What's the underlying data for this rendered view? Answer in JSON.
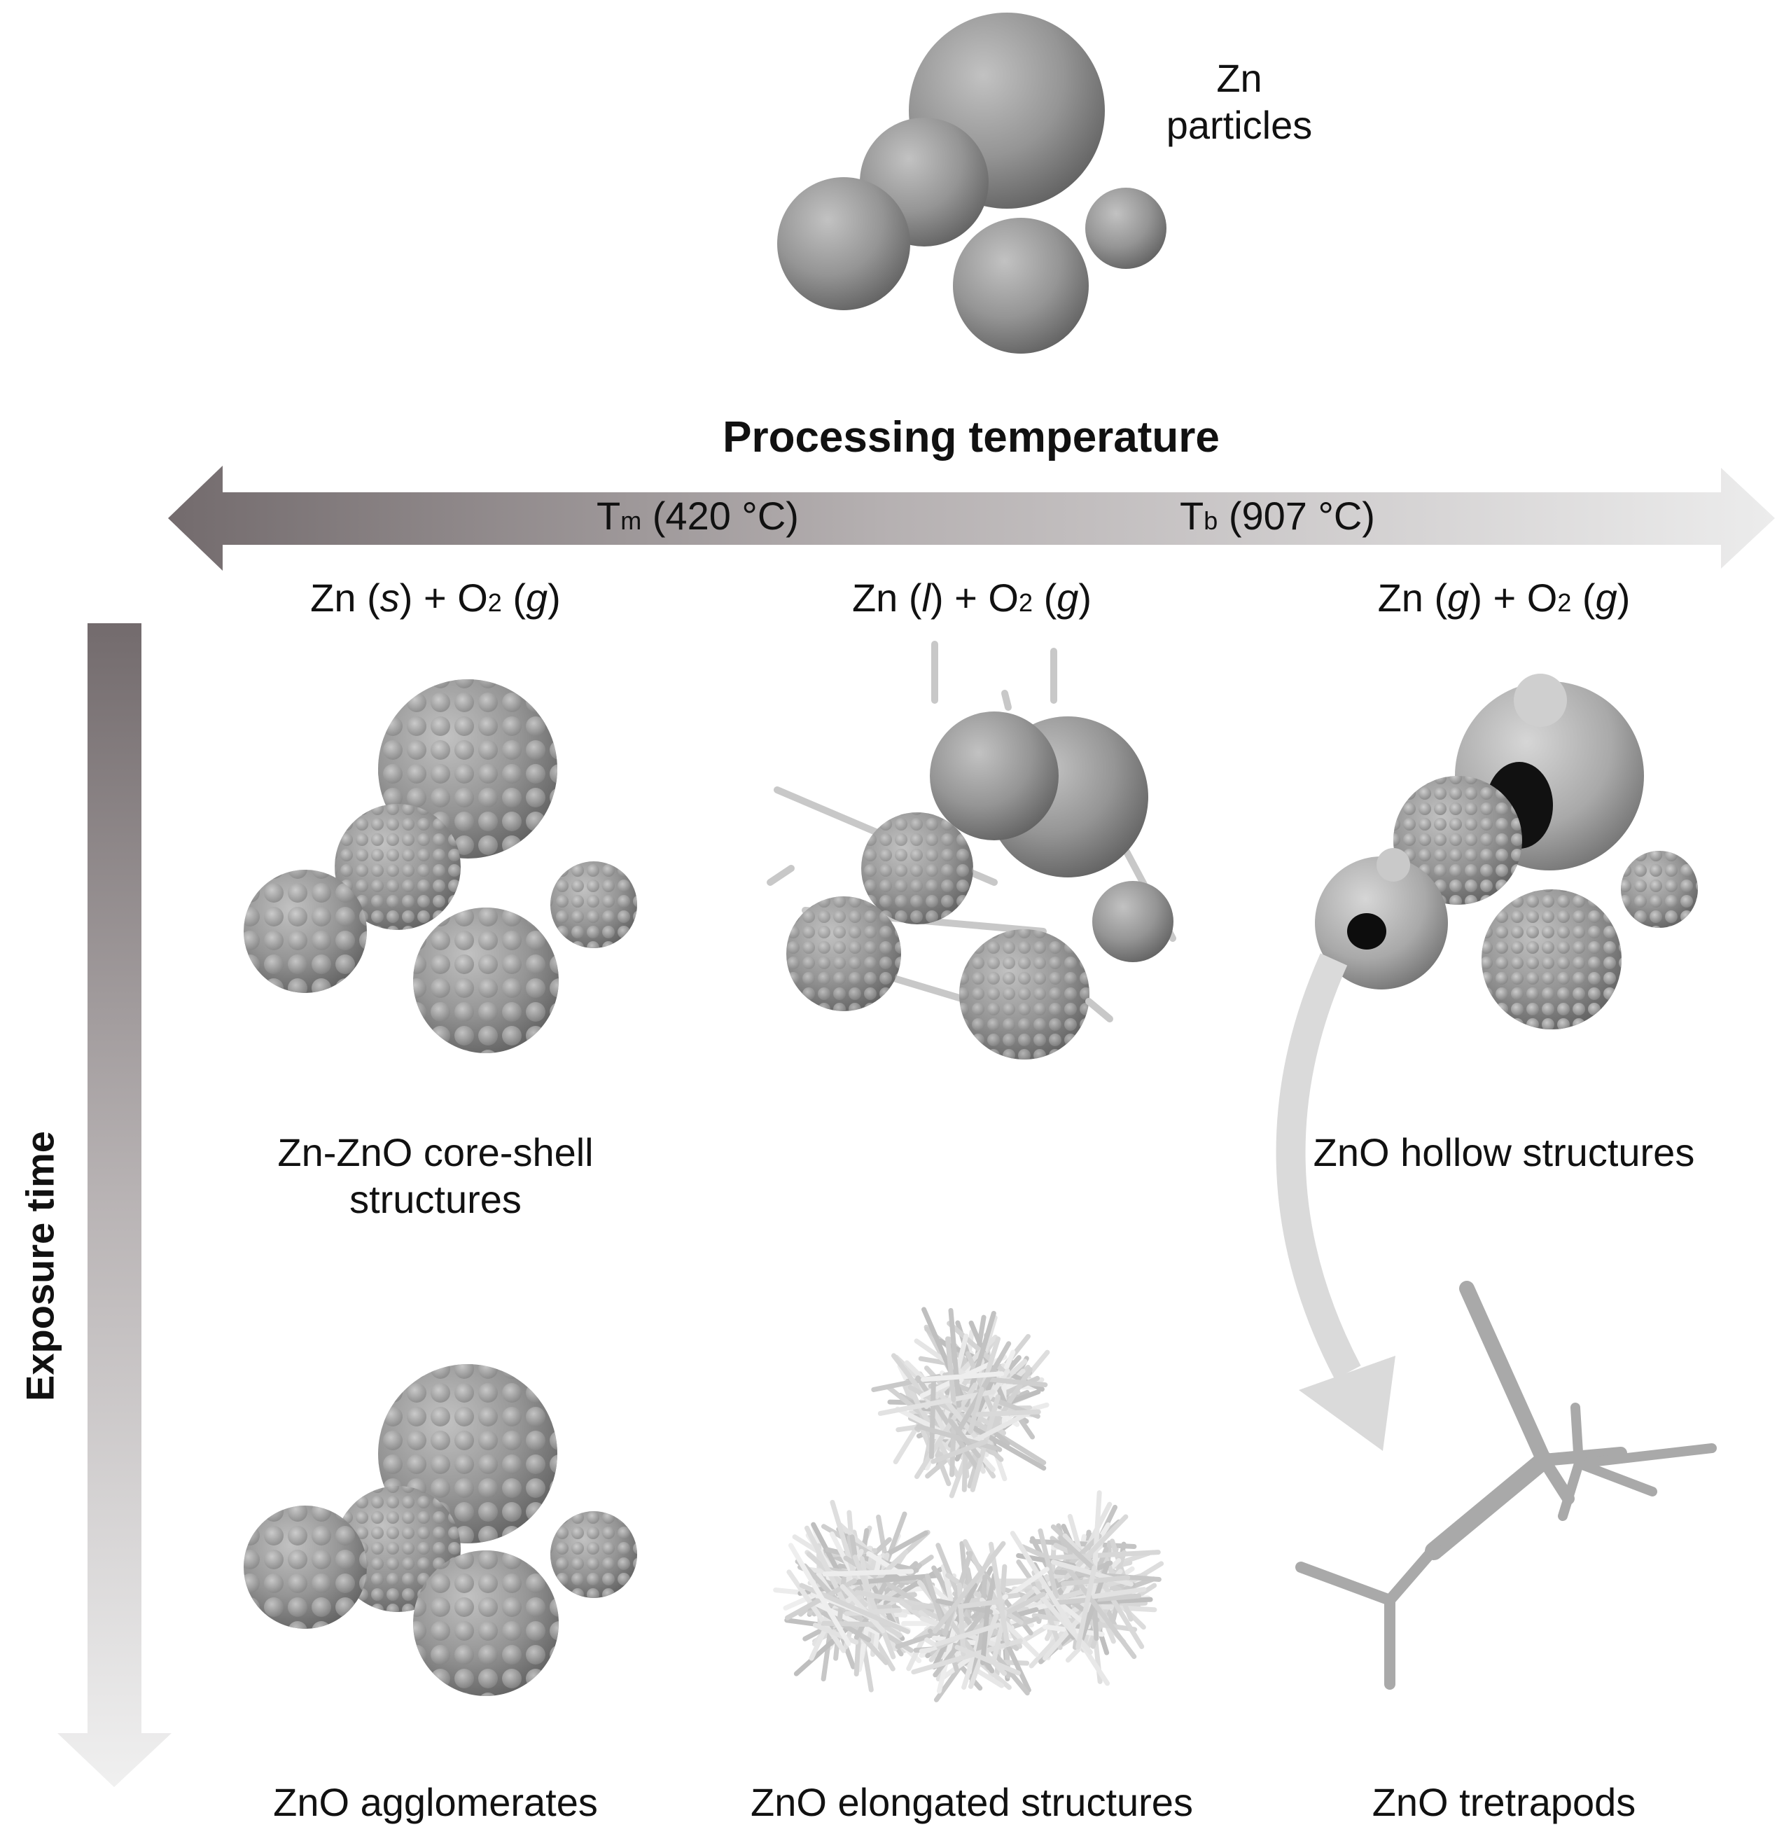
{
  "top": {
    "label_line1": "Zn",
    "label_line2": "particles"
  },
  "axes": {
    "horizontal_title": "Processing temperature",
    "vertical_title": "Exposure time",
    "tm": {
      "symbol": "T",
      "sub": "m",
      "value": "(420 °C)"
    },
    "tb": {
      "symbol": "T",
      "sub": "b",
      "value": "(907 °C)"
    }
  },
  "columns": [
    {
      "a": "Zn (",
      "state1": "s",
      "b": ") + O",
      "sub": "2",
      "c": " (",
      "state2": "g",
      "d": ")"
    },
    {
      "a": "Zn (",
      "state1": "l",
      "b": ") + O",
      "sub": "2",
      "c": " (",
      "state2": "g",
      "d": ")"
    },
    {
      "a": "Zn (",
      "state1": "g",
      "b": ") + O",
      "sub": "2",
      "c": " (",
      "state2": "g",
      "d": ")"
    }
  ],
  "captions": {
    "core_shell_line1": "Zn-ZnO core-shell",
    "core_shell_line2": "structures",
    "hollow": "ZnO hollow structures",
    "agglomerates": "ZnO agglomerates",
    "elongated": "ZnO elongated structures",
    "tetrapods": "ZnO tretrapods"
  },
  "colors": {
    "arrow_dark": "#736b6d",
    "arrow_light": "#ececec",
    "particle": "#8f8f8f",
    "curved_arrow": "#dadada"
  }
}
